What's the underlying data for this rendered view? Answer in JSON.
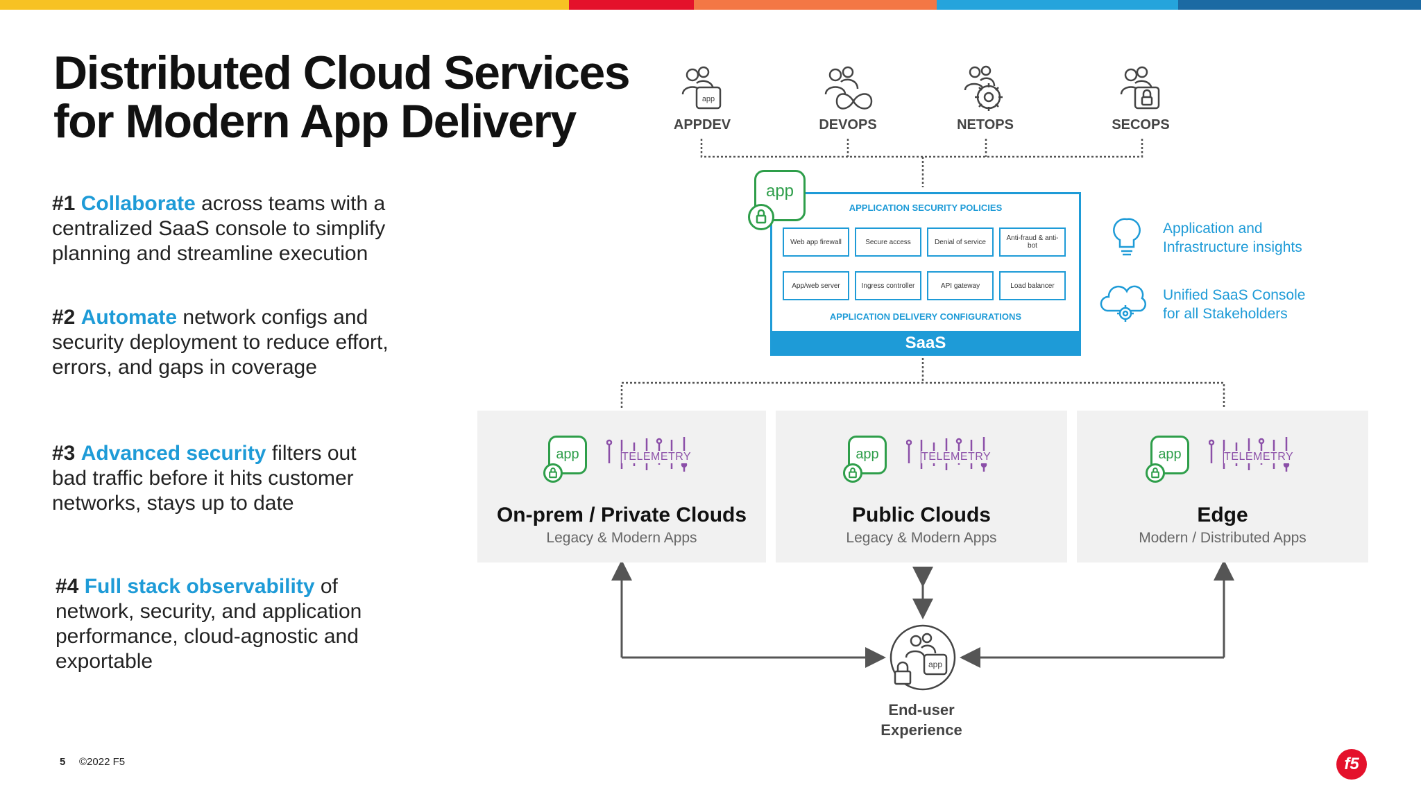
{
  "header": {
    "title_line1": "Distributed Cloud Services",
    "title_line2": "for Modern App Delivery",
    "color_bands": [
      "#f7c223",
      "#e4112b",
      "#f37745",
      "#25a4dc",
      "#1b6aa3"
    ]
  },
  "points": [
    {
      "num": "#1",
      "keyword": "Collaborate",
      "rest_first": " across teams with a",
      "line2": "centralized SaaS console to simplify",
      "line3": "planning and streamline execution",
      "line4": ""
    },
    {
      "num": "#2",
      "keyword": "Automate",
      "rest_first": " network configs and",
      "line2": "security deployment to reduce effort,",
      "line3": "errors, and gaps in coverage",
      "line4": ""
    },
    {
      "num": "#3",
      "keyword": "Advanced security",
      "rest_first": " filters out",
      "line2": "bad traffic before it hits customer",
      "line3": "networks, stays up to date",
      "line4": ""
    },
    {
      "num": "#4",
      "keyword": "Full stack observability",
      "rest_first": " of",
      "line2": "network, security, and application",
      "line3": "performance, cloud-agnostic and",
      "line4": "exportable"
    }
  ],
  "roles": [
    {
      "label": "APPDEV",
      "icon": "appdev-icon"
    },
    {
      "label": "DEVOPS",
      "icon": "devops-icon"
    },
    {
      "label": "NETOPS",
      "icon": "netops-icon"
    },
    {
      "label": "SECOPS",
      "icon": "secops-icon"
    }
  ],
  "saas": {
    "app_badge": "app",
    "security_caption": "APPLICATION SECURITY POLICIES",
    "delivery_caption": "APPLICATION DELIVERY CONFIGURATIONS",
    "bar_label": "SaaS",
    "security_cells": [
      "Web app firewall",
      "Secure access",
      "Denial of service",
      "Anti-fraud & anti-bot"
    ],
    "delivery_cells": [
      "App/web server",
      "Ingress controller",
      "API gateway",
      "Load balancer"
    ]
  },
  "insights": [
    {
      "line1": "Application and",
      "line2": "Infrastructure insights",
      "icon": "lightbulb-icon"
    },
    {
      "line1": "Unified SaaS Console",
      "line2": "for all Stakeholders",
      "icon": "cloud-gear-icon"
    }
  ],
  "environments": [
    {
      "title": "On-prem / Private Clouds",
      "subtitle": "Legacy & Modern Apps",
      "app": "app",
      "telemetry": "TELEMETRY"
    },
    {
      "title": "Public Clouds",
      "subtitle": "Legacy & Modern Apps",
      "app": "app",
      "telemetry": "TELEMETRY"
    },
    {
      "title": "Edge",
      "subtitle": "Modern / Distributed Apps",
      "app": "app",
      "telemetry": "TELEMETRY"
    }
  ],
  "end_user": {
    "line1": "End-user",
    "line2": "Experience",
    "app": "app"
  },
  "footer": {
    "page": "5",
    "copyright": "©2022 F5",
    "logo_text": "f5"
  }
}
